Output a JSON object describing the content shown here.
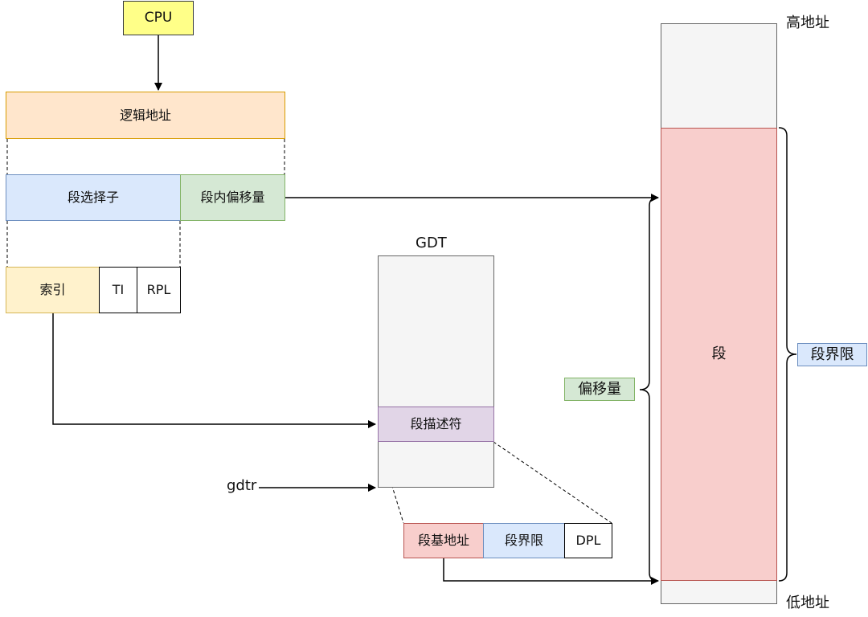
{
  "cpu": "CPU",
  "logical_address": "逻辑地址",
  "segment_selector": "段选择子",
  "intra_segment_offset": "段内偏移量",
  "selector_fields": {
    "index": "索引",
    "ti": "TI",
    "rpl": "RPL"
  },
  "gdt": {
    "title": "GDT",
    "descriptor": "段描述符",
    "register": "gdtr"
  },
  "descriptor_fields": {
    "base": "段基地址",
    "limit": "段界限",
    "dpl": "DPL"
  },
  "memory": {
    "high_address": "高地址",
    "low_address": "低地址",
    "segment": "段",
    "offset": "偏移量",
    "segment_limit": "段界限"
  }
}
